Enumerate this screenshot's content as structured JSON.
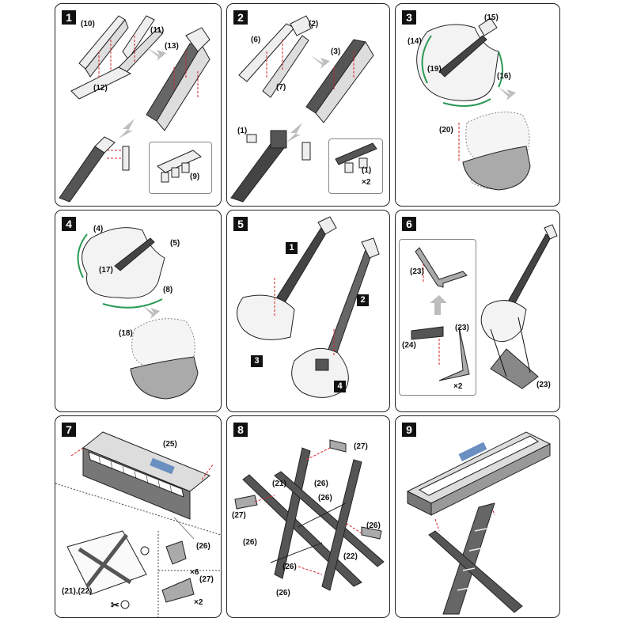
{
  "steps": [
    {
      "num": "1",
      "labels": [
        "(10)",
        "(11)",
        "(13)",
        "(12)",
        "(9)"
      ]
    },
    {
      "num": "2",
      "labels": [
        "(2)",
        "(6)",
        "(3)",
        "(7)",
        "(1)",
        "(1)",
        "×2"
      ]
    },
    {
      "num": "3",
      "labels": [
        "(15)",
        "(14)",
        "(19)",
        "(16)",
        "(20)"
      ]
    },
    {
      "num": "4",
      "labels": [
        "(4)",
        "(5)",
        "(17)",
        "(8)",
        "(18)"
      ]
    },
    {
      "num": "5",
      "boxes": [
        "1",
        "2",
        "3",
        "4"
      ]
    },
    {
      "num": "6",
      "labels": [
        "(23)",
        "(23)",
        "(24)",
        "×2",
        "(23)"
      ]
    },
    {
      "num": "7",
      "labels": [
        "(25)",
        "(26)",
        "×6",
        "(27)",
        "×2",
        "(21),(22)"
      ]
    },
    {
      "num": "8",
      "labels": [
        "(27)",
        "(21)",
        "(26)",
        "(26)",
        "(27)",
        "(26)",
        "(26)",
        "(26)",
        "(26)",
        "(22)"
      ]
    },
    {
      "num": "9"
    }
  ],
  "colors": {
    "arrow_red": "#d62020",
    "arrow_green": "#2a9a55",
    "arrow_gray": "#bdbdbd",
    "part_dark": "#555555",
    "outline": "#222222"
  }
}
